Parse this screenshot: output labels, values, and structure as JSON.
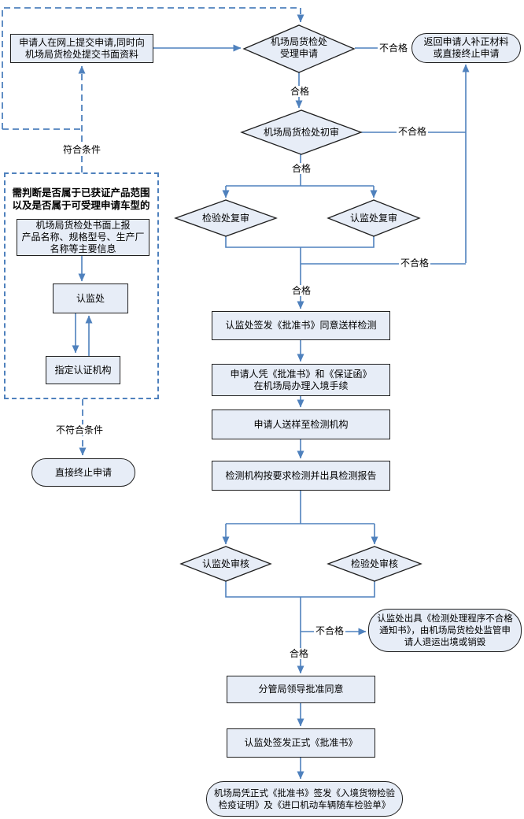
{
  "diagram_type": "flowchart",
  "colors": {
    "line_blue": "#4f81bd",
    "shape_fill": "#e7edf7",
    "shape_border": "#1f1f1f",
    "text": "#000000",
    "background": "#ffffff"
  },
  "edge_labels": {
    "pass": "合格",
    "fail": "不合格",
    "meets_condition": "符合条件",
    "not_meets_condition": "不符合条件"
  },
  "nodes": {
    "submit": {
      "lines": [
        "申请人在网上提交申请,同时向",
        "机场局货检处提交书面资料"
      ]
    },
    "accept": {
      "lines": [
        "机场局货检处",
        "受理申请"
      ]
    },
    "return_fix": {
      "lines": [
        "返回申请人补正材料",
        "或直接终止申请"
      ]
    },
    "initial_review": {
      "lines": [
        "机场局货检处初审"
      ]
    },
    "inspection_recheck": {
      "lines": [
        "检验处复审"
      ]
    },
    "cnca_recheck": {
      "lines": [
        "认监处复审"
      ]
    },
    "issue_approval": {
      "lines": [
        "认监处签发《批准书》同意送样检测"
      ]
    },
    "entry_procedure": {
      "lines": [
        "申请人凭《批准书》和《保证函》",
        "在机场局办理入境手续"
      ]
    },
    "send_sample": {
      "lines": [
        "申请人送样至检测机构"
      ]
    },
    "test_report": {
      "lines": [
        "检测机构按要求检测并出具检测报告"
      ]
    },
    "cnca_audit": {
      "lines": [
        "认监处审核"
      ]
    },
    "inspection_audit": {
      "lines": [
        "检验处审核"
      ]
    },
    "fail_notice": {
      "lines": [
        "认监处出具《检测处理程序不合格",
        "通知书》，由机场局货检处监管申",
        "请人退运出境或销毁"
      ]
    },
    "leader_approval": {
      "lines": [
        "分管局领导批准同意"
      ]
    },
    "formal_approval": {
      "lines": [
        "认监处签发正式《批准书》"
      ]
    },
    "final_issue": {
      "lines": [
        "机场局凭正式《批准书》签发《入境货物检验",
        "检疫证明》及《进口机动车辆随车检验单》"
      ]
    },
    "group_title": {
      "lines": [
        "需判断是否属于已获证产品范围",
        "以及是否属于可受理申请车型的"
      ]
    },
    "report_info": {
      "lines": [
        "机场局货检处书面上报",
        "产品名称、规格型号、生产厂",
        "名称等主要信息"
      ]
    },
    "cnca": {
      "lines": [
        "认监处"
      ]
    },
    "designated_agency": {
      "lines": [
        "指定认证机构"
      ]
    },
    "terminate": {
      "lines": [
        "直接终止申请"
      ]
    }
  }
}
